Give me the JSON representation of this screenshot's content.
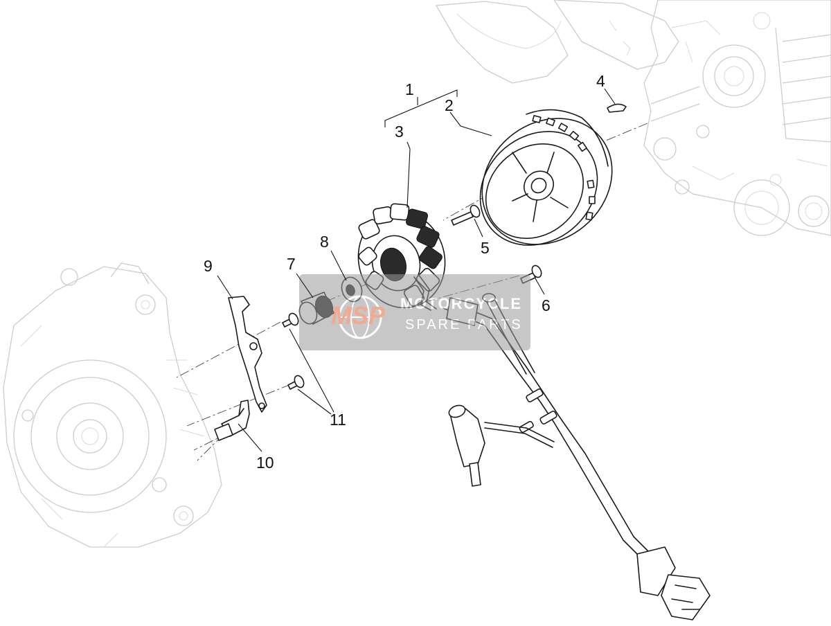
{
  "callouts": [
    {
      "id": "1",
      "label": "1"
    },
    {
      "id": "2",
      "label": "2"
    },
    {
      "id": "3",
      "label": "3"
    },
    {
      "id": "4",
      "label": "4"
    },
    {
      "id": "5",
      "label": "5"
    },
    {
      "id": "6",
      "label": "6"
    },
    {
      "id": "7",
      "label": "7"
    },
    {
      "id": "8",
      "label": "8"
    },
    {
      "id": "9",
      "label": "9"
    },
    {
      "id": "10",
      "label": "10"
    },
    {
      "id": "11",
      "label": "11"
    }
  ],
  "watermark": {
    "logo_text": "MSP",
    "line1": "MOTORCYCLE",
    "line2": "SPARE PARTS",
    "color": "#e8643a",
    "panel_color": "#9a9a9a"
  }
}
